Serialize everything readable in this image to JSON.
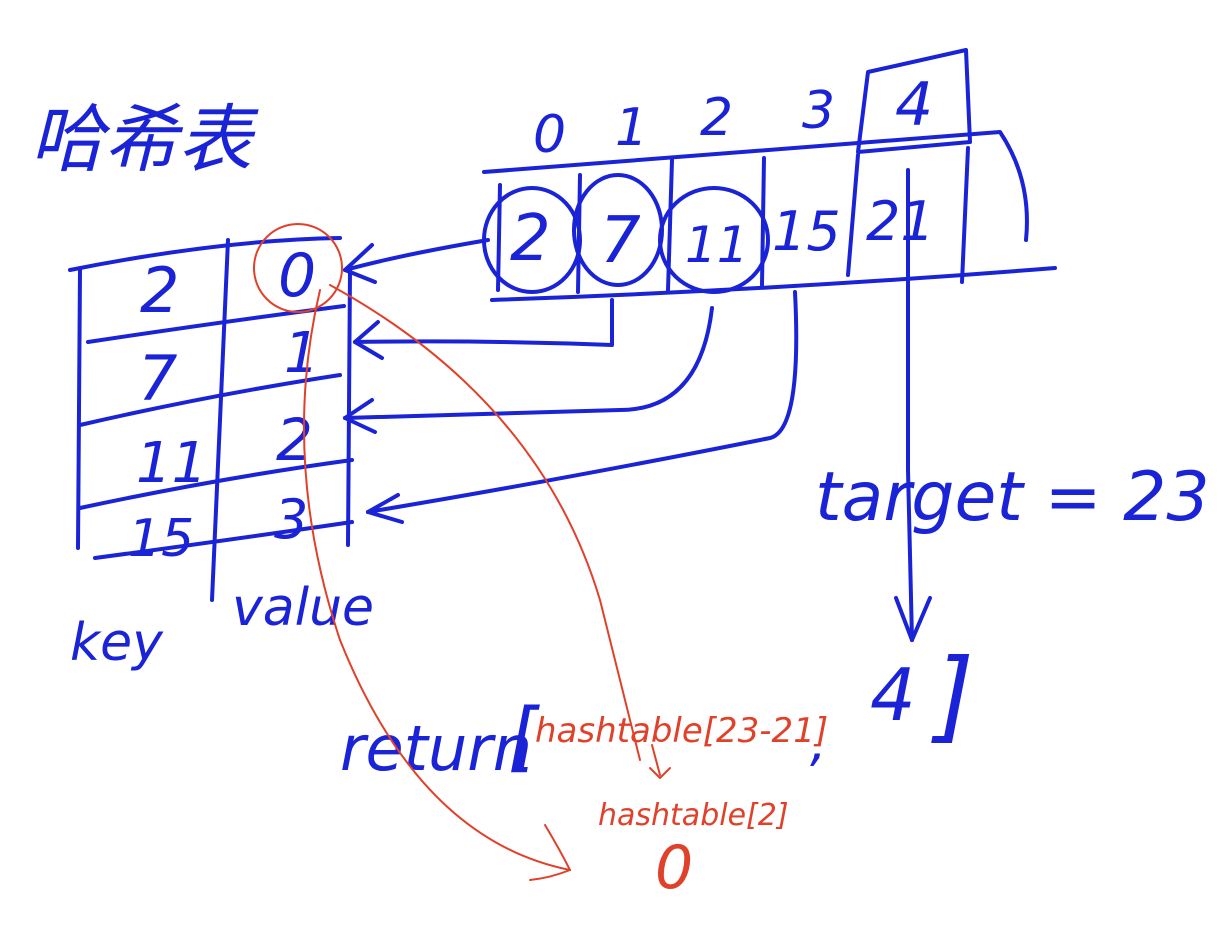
{
  "title": "哈希表",
  "array": {
    "indices": [
      "0",
      "1",
      "2",
      "3",
      "4"
    ],
    "values": [
      "2",
      "7",
      "11",
      "15",
      "21"
    ]
  },
  "hash_table": {
    "keys": [
      "2",
      "7",
      "11",
      "15"
    ],
    "values": [
      "0",
      "1",
      "2",
      "3"
    ],
    "key_label": "key",
    "value_label": "value"
  },
  "target_label": "target = 23",
  "return_expr": {
    "prefix": "return",
    "open_bracket": "[",
    "lookup": "hashtable[23-21]",
    "simplified": "hashtable[2]",
    "comma": ",",
    "index": "4",
    "close_bracket": "]",
    "result": "0"
  },
  "colors": {
    "ink_blue": "#1a23d6",
    "ink_red": "#e0412a"
  }
}
